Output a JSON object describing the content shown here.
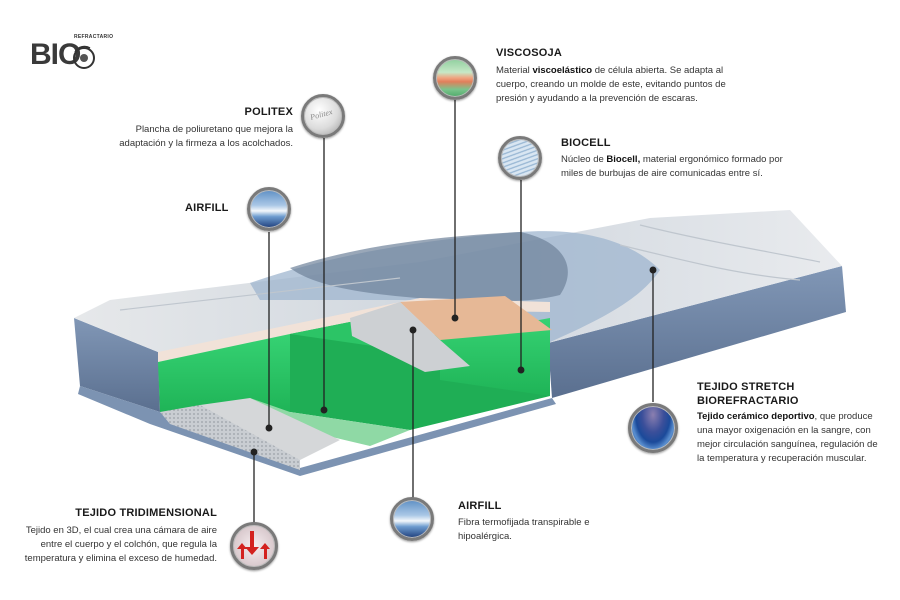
{
  "logo": {
    "text": "BIO",
    "sub_text": "REFRACTARIO"
  },
  "callouts": {
    "politex": {
      "title": "POLITEX",
      "description": "Plancha de poliuretano que mejora la adaptación y la firmeza a los acolchados.",
      "swatch_text": "Politex"
    },
    "airfill_top": {
      "title": "AIRFILL"
    },
    "viscosoja": {
      "title": "VISCOSOJA",
      "desc_pre": "Material ",
      "desc_bold": "viscoelástico",
      "desc_post": " de célula abierta. Se adapta al cuerpo, creando un molde de este, evitando puntos de presión y ayudando a la prevención de escaras."
    },
    "biocell": {
      "title": "BIOCELL",
      "desc_pre": "Núcleo de ",
      "desc_bold": "Biocell,",
      "desc_post": " material ergonómico formado por miles de burbujas de aire comunicadas entre sí."
    },
    "stretch": {
      "title_line1": "TEJIDO STRETCH",
      "title_line2": "BIOREFRACTARIO",
      "desc_bold": "Tejido cerámico deportivo",
      "desc_post": ", que produce una mayor oxigenación en la sangre, con mejor circulación sanguínea, regulación de la temperatura y recuperación muscular."
    },
    "airfill_bottom": {
      "title": "AIRFILL",
      "description": "Fibra termofijada transpirable e hipoalérgica."
    },
    "tridimensional": {
      "title": "TEJIDO TRIDIMENSIONAL",
      "description": "Tejido en 3D, el cual crea una cámara de aire entre el cuerpo y el colchón, que regula la temperatura y elimina el exceso de humedad."
    }
  },
  "colors": {
    "foam_green": "#2fcf6a",
    "visco_peach": "#e9b793",
    "side_blue": "#6e84a3",
    "top_gray": "#d9dde2",
    "leader_line": "#222222"
  }
}
